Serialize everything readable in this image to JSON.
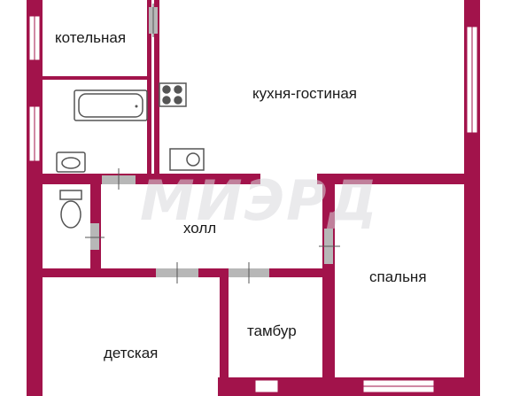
{
  "plan": {
    "wall_color": "#a2134b",
    "door_color": "#b7b7b7",
    "window_color": "#ffffff",
    "fixture_color": "#555555",
    "rooms": {
      "boiler": "котельная",
      "kitchen_living": "кухня-гостиная",
      "hall": "холл",
      "bedroom": "спальня",
      "vestibule": "тамбур",
      "nursery": "детская"
    },
    "watermark": "МИЭРД"
  }
}
